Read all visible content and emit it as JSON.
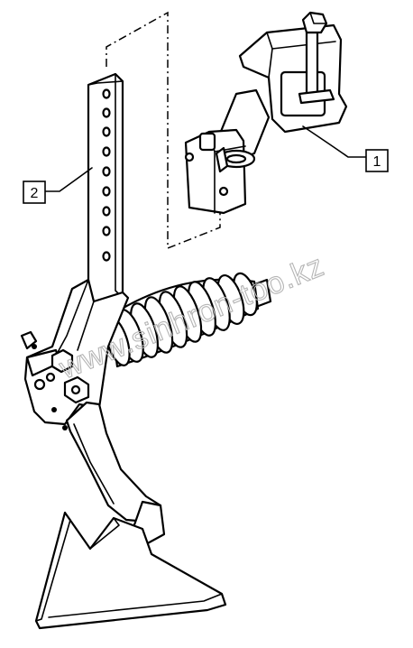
{
  "callouts": [
    {
      "label": "1"
    },
    {
      "label": "2"
    }
  ],
  "watermark": {
    "text": "www.sinhron-too.kz"
  },
  "colors": {
    "line": "#000000",
    "background": "#ffffff",
    "watermark": "#b5b5b5"
  }
}
